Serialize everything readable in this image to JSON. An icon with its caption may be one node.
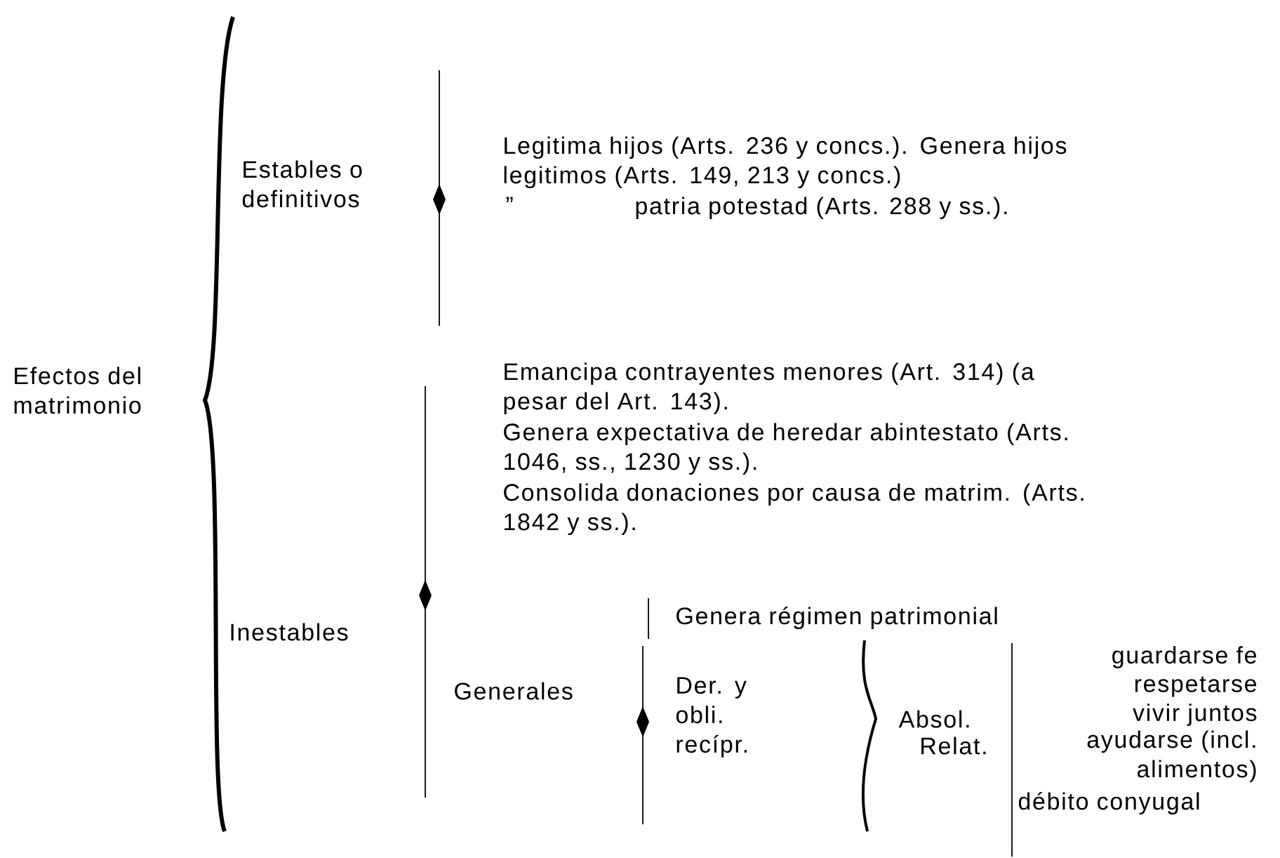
{
  "diagram": {
    "labels": [
      "Efectos del matrimonio",
      "Estables o definitivos",
      "Legitima hijos (Arts. 236 y concs.). Genera hijos legitimos (Arts. 149, 213 y concs.)",
      "”",
      "patria potestad (Arts. 288 y ss.).",
      "Inestables",
      "Emancipa contrayentes menores (Art. 314) (a pesar del Art. 143).",
      "Genera expectativa de heredar abintestato (Arts. 1046, ss., 1230 y ss.).",
      "Consolida donaciones por causa de matrim. (Arts. 1842 y ss.).",
      "Generales",
      "Genera régimen patrimonial",
      "Der. y obli. recípr.",
      "Absol.",
      "Relat.",
      "guardarse fe",
      "respetarse",
      "vivir juntos",
      "ayudarse (incl. alimentos)",
      "débito conyugal"
    ]
  }
}
